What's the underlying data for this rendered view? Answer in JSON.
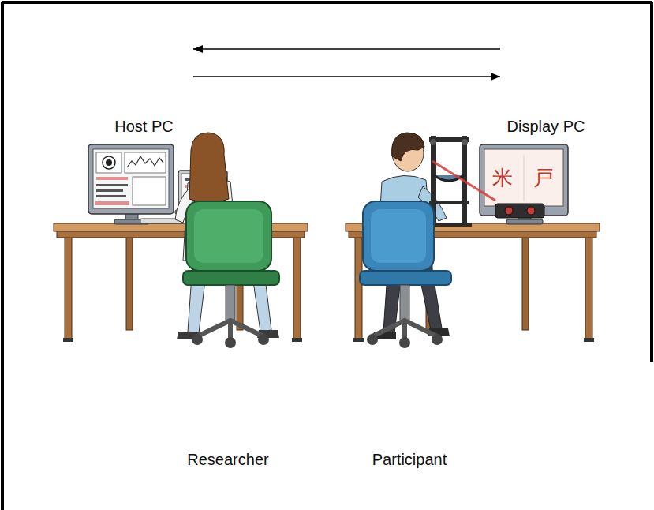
{
  "diagram": {
    "nodes": [
      {
        "text": [
          "Host PC"
        ]
      },
      {
        "text": [
          "Display PC"
        ]
      }
    ],
    "edges": [
      {
        "from": 1,
        "to": 0,
        "arrow": "to"
      },
      {
        "from": 0,
        "to": 1,
        "arrow": "to"
      }
    ],
    "labels": [
      "Researcher",
      "Participant",
      "米",
      "戸"
    ]
  }
}
